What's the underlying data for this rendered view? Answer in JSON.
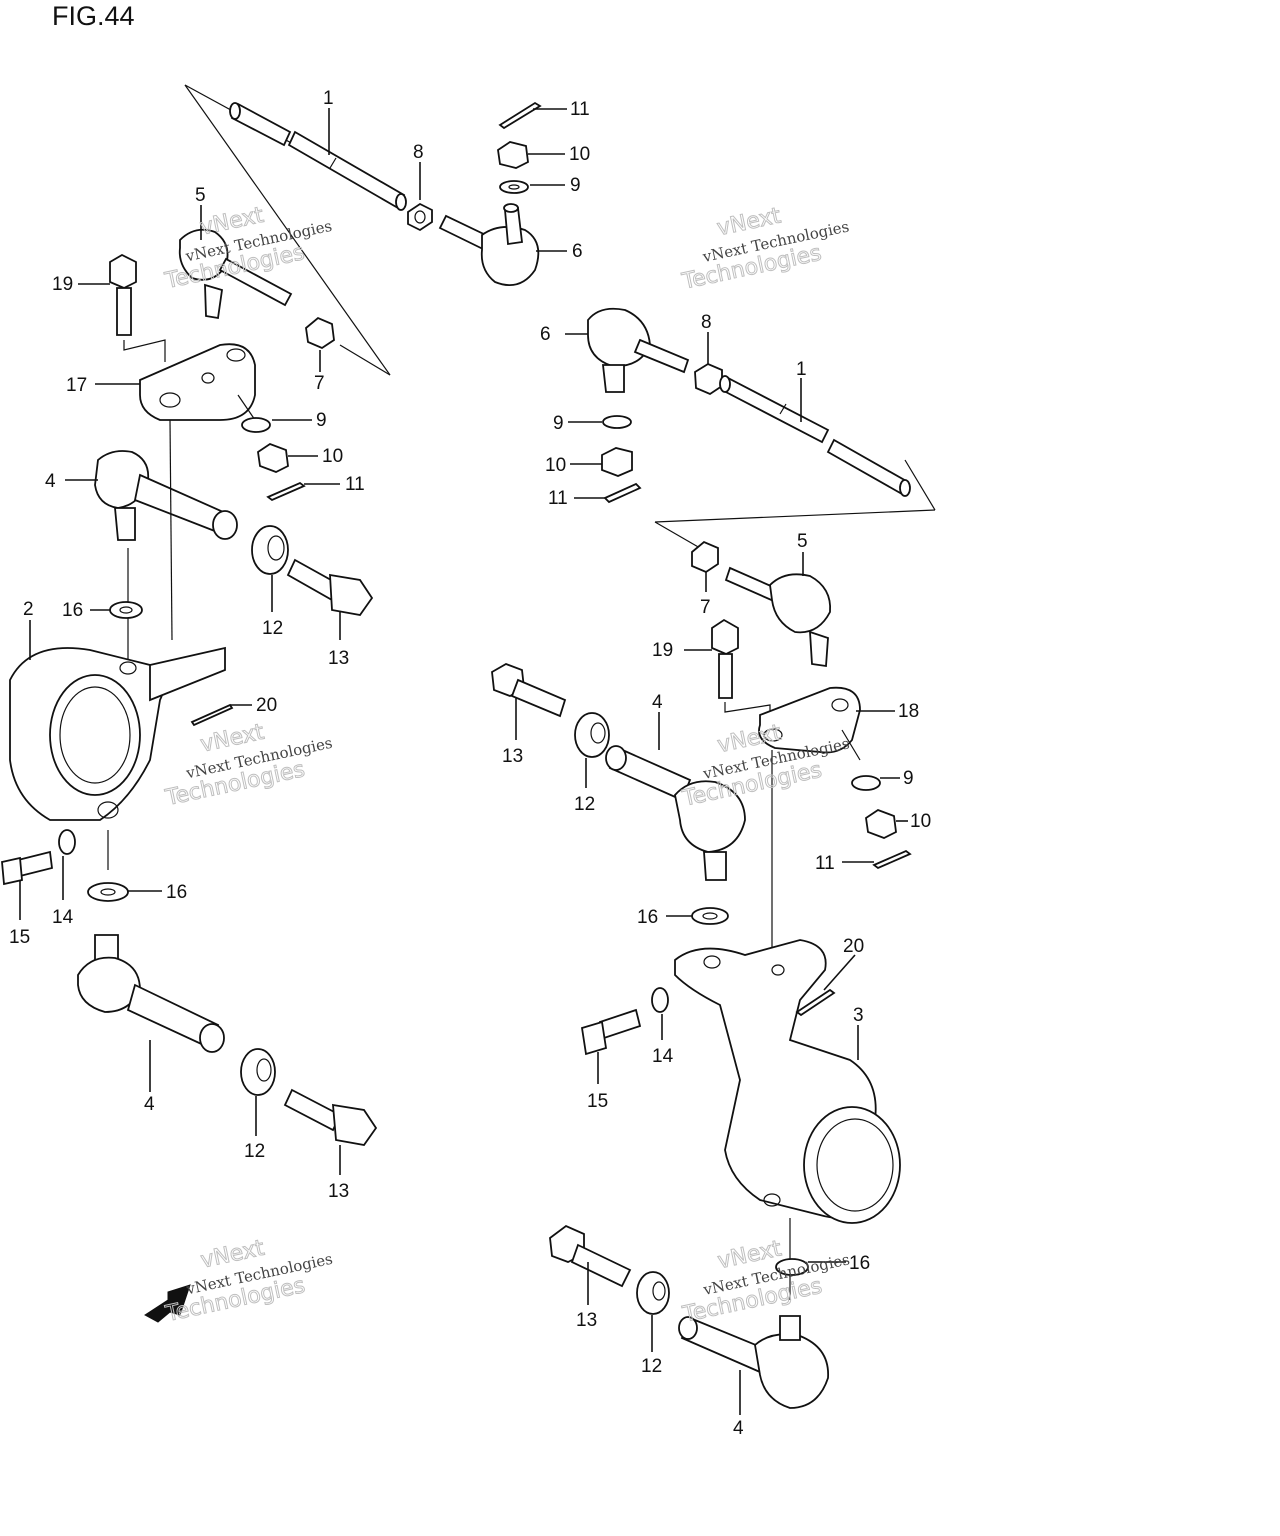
{
  "figure": {
    "title": "FIG.44"
  },
  "watermark": {
    "line1": "vNext",
    "line2": "vNext Technologies",
    "line3": "Technologies"
  },
  "labels": {
    "l1_a": "1",
    "l11_a": "11",
    "l10_a": "10",
    "l8_a": "8",
    "l9_a": "9",
    "l6_a": "6",
    "l5_a": "5",
    "l19_a": "19",
    "l7_a": "7",
    "l17": "17",
    "l9_b": "9",
    "l10_b": "10",
    "l11_b": "11",
    "l6_b": "6",
    "l8_b": "8",
    "l1_b": "1",
    "l9_c": "9",
    "l10_c": "10",
    "l11_c": "11",
    "l4_a": "4",
    "l16_a": "16",
    "l12_a": "12",
    "l13_a": "13",
    "l2": "2",
    "l20_a": "20",
    "l5_b": "5",
    "l7_b": "7",
    "l19_b": "19",
    "l18": "18",
    "l13_b": "13",
    "l4_b": "4",
    "l12_b": "12",
    "l9_d": "9",
    "l10_d": "10",
    "l11_d": "11",
    "l15_a": "15",
    "l14_a": "14",
    "l16_b": "16",
    "l16_c": "16",
    "l20_b": "20",
    "l3": "3",
    "l14_b": "14",
    "l15_b": "15",
    "l4_c": "4",
    "l12_c": "12",
    "l13_c": "13",
    "l16_d": "16",
    "l13_d": "13",
    "l12_d": "12",
    "l4_d": "4"
  }
}
